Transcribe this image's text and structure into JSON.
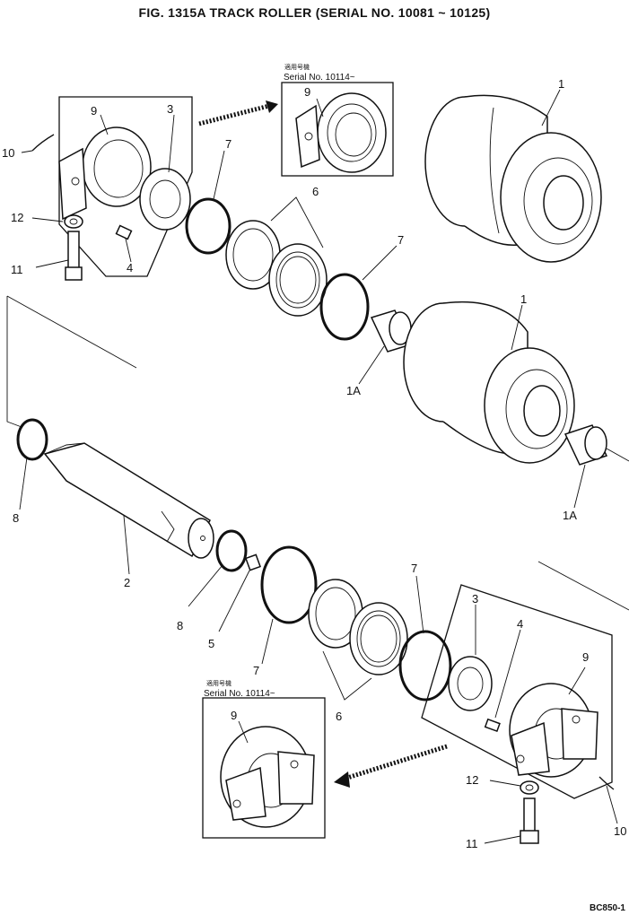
{
  "title": "FIG. 1315A   TRACK ROLLER (SERIAL NO. 10081 ~ 10125)",
  "drawing_code": "BC850-1",
  "inset_note_jp": "適用号機",
  "inset_serial": "Serial No. 10114~",
  "callouts": {
    "n1_top": "1",
    "n1_mid": "1",
    "n1a_left": "1A",
    "n1a_right": "1A",
    "n2": "2",
    "n3_top": "3",
    "n3_bot": "3",
    "n4_top": "4",
    "n4_bot": "4",
    "n5": "5",
    "n6_top": "6",
    "n6_bot": "6",
    "n7_a": "7",
    "n7_b": "7",
    "n7_c": "7",
    "n7_d": "7",
    "n8_a": "8",
    "n8_b": "8",
    "n9_top": "9",
    "n9_inset_top": "9",
    "n9_bot": "9",
    "n9_inset_bot": "9",
    "n10_top": "10",
    "n10_bot": "10",
    "n11_top": "11",
    "n11_bot": "11",
    "n12_top": "12",
    "n12_bot": "12"
  }
}
